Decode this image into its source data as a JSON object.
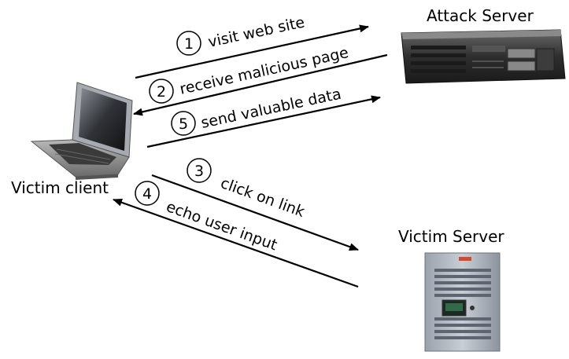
{
  "nodes": {
    "attack_server": "Attack Server",
    "victim_client": "Victim client",
    "victim_server": "Victim Server"
  },
  "steps": [
    {
      "num": "1",
      "text": "visit web site"
    },
    {
      "num": "2",
      "text": "receive malicious page"
    },
    {
      "num": "5",
      "text": "send valuable data"
    },
    {
      "num": "3",
      "text": "click on link"
    },
    {
      "num": "4",
      "text": "echo user input"
    }
  ]
}
